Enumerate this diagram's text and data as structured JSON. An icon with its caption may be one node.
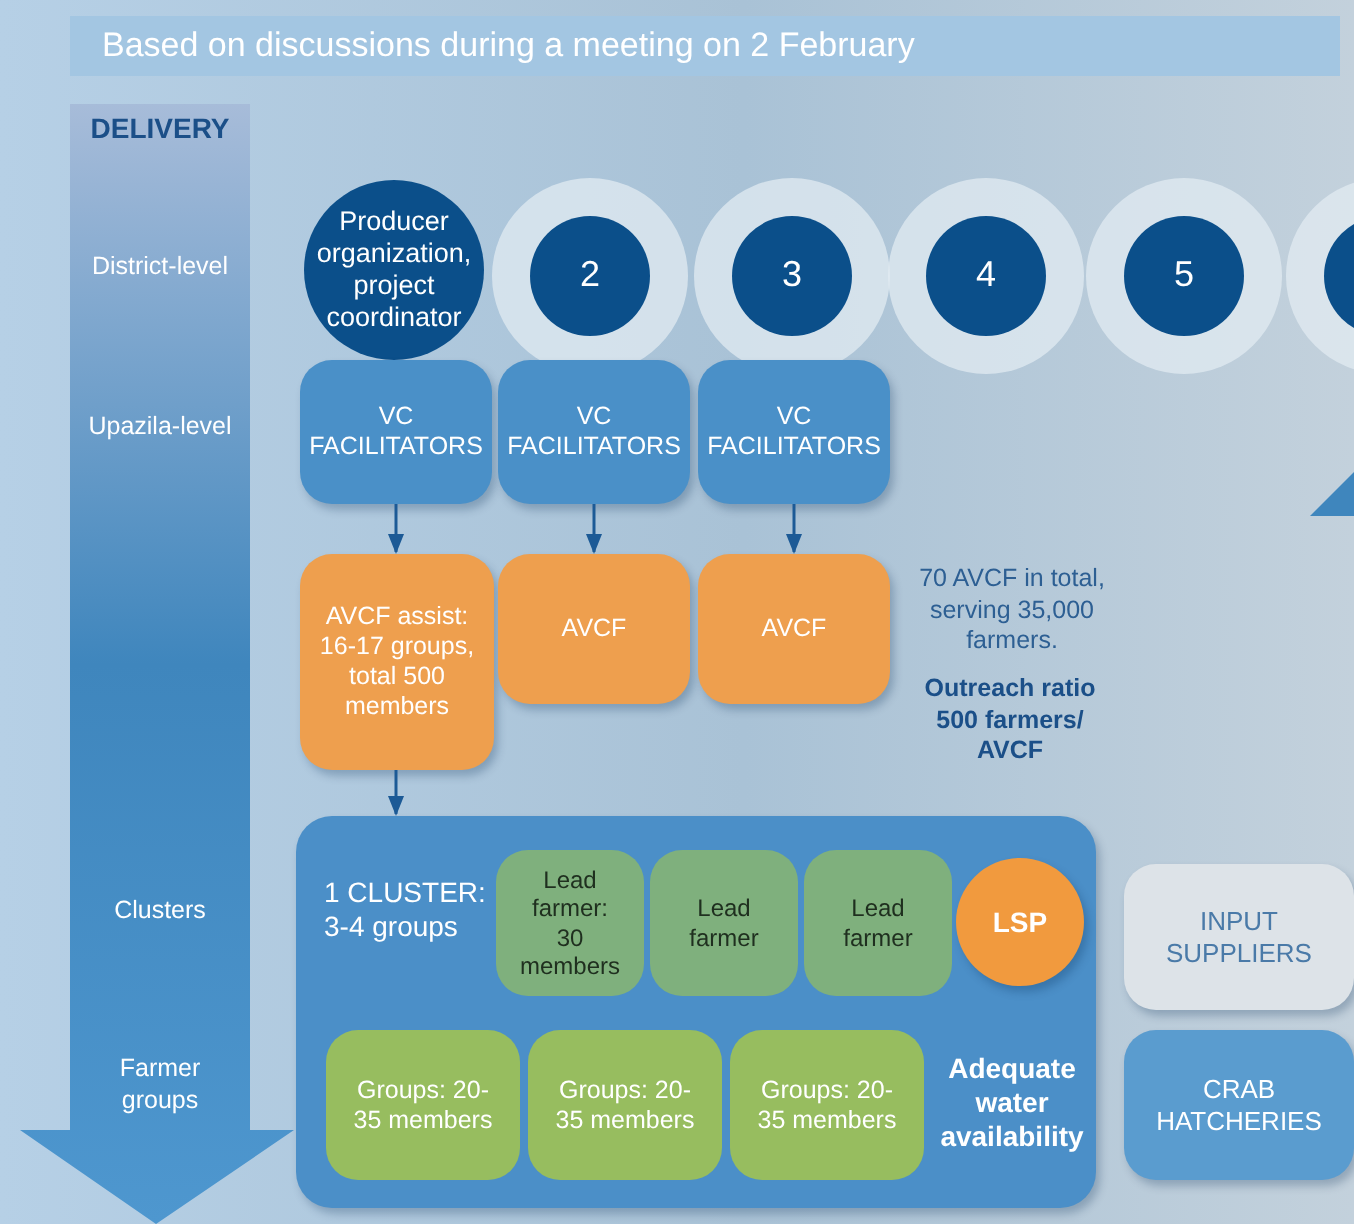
{
  "diagram": {
    "title": "Based on discussions during a meeting on 2 February",
    "nodes": [
      {
        "text": [
          "Producer organization, project coordinator"
        ]
      },
      {
        "text": [
          "2"
        ]
      },
      {
        "text": [
          "3"
        ]
      },
      {
        "text": [
          "4"
        ]
      },
      {
        "text": [
          "5"
        ]
      },
      {
        "text": [],
        "shape": "circle"
      },
      {
        "text": [
          "VC FACILITATORS"
        ]
      },
      {
        "text": [
          "VC FACILITATORS"
        ]
      },
      {
        "text": [
          "VC FACILITATORS"
        ]
      },
      {
        "text": [
          "AVCF assist: 16-17 groups, total 500 members"
        ]
      },
      {
        "text": [
          "AVCF"
        ]
      },
      {
        "text": [
          "AVCF"
        ]
      },
      {
        "text": [
          "1 CLUSTER: 3-4 groups",
          "Adequate water availability"
        ]
      },
      {
        "text": [
          "Lead farmer: 30 members"
        ],
        "in": 12
      },
      {
        "text": [
          "Lead farmer"
        ],
        "in": 12
      },
      {
        "text": [
          "Lead farmer"
        ],
        "in": 12
      },
      {
        "text": [
          "LSP"
        ],
        "in": 12
      },
      {
        "text": [
          "Groups: 20-35 members"
        ],
        "in": 12
      },
      {
        "text": [
          "Groups: 20-35 members"
        ],
        "in": 12
      },
      {
        "text": [
          "Groups: 20-35 members"
        ],
        "in": 12
      },
      {
        "text": [
          "INPUT SUPPLIERS"
        ]
      },
      {
        "text": [
          "CRAB HATCHERIES"
        ]
      }
    ],
    "edges": [
      {
        "from": 6,
        "to": 9,
        "arrow": "to"
      },
      {
        "from": 7,
        "to": 10,
        "arrow": "to"
      },
      {
        "from": 8,
        "to": 11,
        "arrow": "to"
      },
      {
        "from": 9,
        "to": 12,
        "arrow": "to"
      }
    ],
    "labels": [
      "DELIVERY",
      "District-level",
      "Upazila-level",
      "Clusters",
      "Farmer groups",
      "70 AVCF in total, serving 35,000 farmers.",
      "Outreach ratio 500 farmers/ AVCF"
    ]
  }
}
